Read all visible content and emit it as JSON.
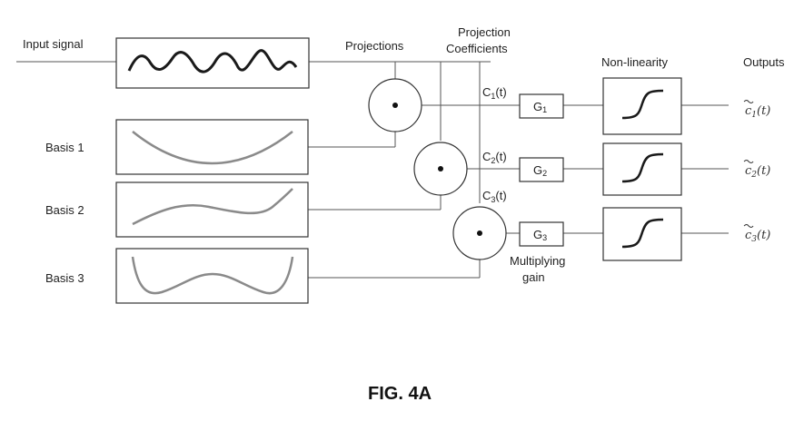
{
  "labels": {
    "input_signal": "Input signal",
    "basis_1": "Basis 1",
    "basis_2": "Basis 2",
    "basis_3": "Basis 3",
    "projections": "Projections",
    "projection_coefficients_line1": "Projection",
    "projection_coefficients_line2": "Coefficients",
    "nonlinearity": "Non-linearity",
    "outputs": "Outputs",
    "multiplying_gain_line1": "Multiplying",
    "multiplying_gain_line2": "gain"
  },
  "coefficients": [
    {
      "base": "C",
      "sub": "1",
      "suffix": "(t)"
    },
    {
      "base": "C",
      "sub": "2",
      "suffix": "(t)"
    },
    {
      "base": "C",
      "sub": "3",
      "suffix": "(t)"
    }
  ],
  "gains": [
    {
      "base": "G",
      "sub": "1"
    },
    {
      "base": "G",
      "sub": "2"
    },
    {
      "base": "G",
      "sub": "3"
    }
  ],
  "outputs": [
    {
      "base": "c",
      "sub": "1",
      "suffix": "(t)"
    },
    {
      "base": "c",
      "sub": "2",
      "suffix": "(t)"
    },
    {
      "base": "c",
      "sub": "3",
      "suffix": "(t)"
    }
  ],
  "figure_caption": "FIG. 4A",
  "colors": {
    "line": "#555555",
    "box_stroke": "#333333",
    "input_trace": "#1a1a1a",
    "basis_trace": "#8a8a8a"
  }
}
